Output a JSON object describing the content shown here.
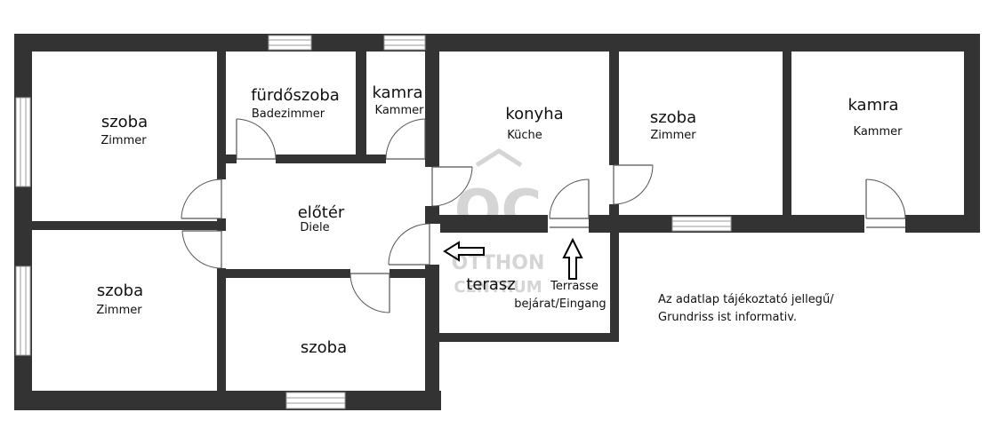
{
  "rooms": {
    "room_nw": {
      "name_hu": "szoba",
      "name_de": "Zimmer"
    },
    "bathroom": {
      "name_hu": "fürdőszoba",
      "name_de": "Badezimmer"
    },
    "pantry_small": {
      "name_hu": "kamra",
      "name_de": "Kammer"
    },
    "kitchen": {
      "name_hu": "konyha",
      "name_de": "Küche"
    },
    "room_ne": {
      "name_hu": "szoba",
      "name_de": "Zimmer"
    },
    "pantry_large": {
      "name_hu": "kamra",
      "name_de": "Kammer"
    },
    "hall": {
      "name_hu": "előtér",
      "name_de": "Diele"
    },
    "room_sw": {
      "name_hu": "szoba",
      "name_de": "Zimmer"
    },
    "room_s": {
      "name_hu": "szoba"
    },
    "terrace": {
      "name_hu": "terasz",
      "name_de": "Terrasse",
      "entrance": "bejárat/Eingang"
    }
  },
  "note": {
    "line1": "Az adatlap tájékoztató jellegű/",
    "line2": "Grundriss ist informativ."
  },
  "watermark": {
    "logo": "OC",
    "line1": "OTTHON",
    "line2": "CENTRUM"
  },
  "colors": {
    "wall": "#333333",
    "background": "#ffffff",
    "window": "#9a9a9a"
  }
}
